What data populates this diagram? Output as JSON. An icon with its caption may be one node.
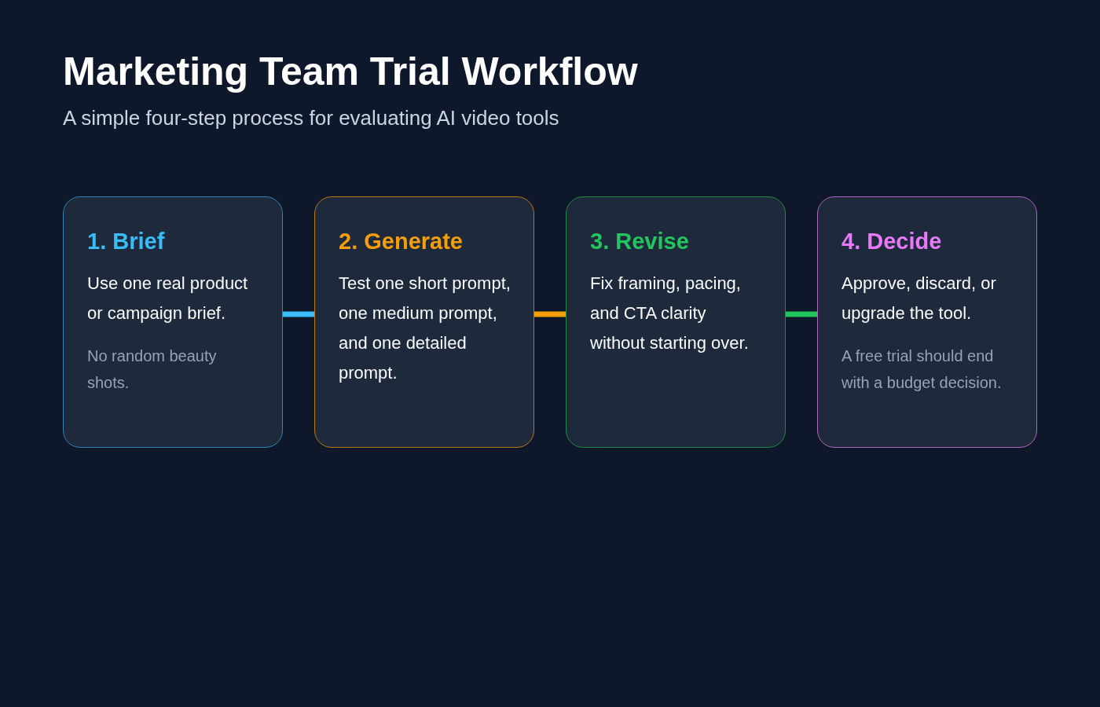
{
  "diagram": {
    "title": "Marketing Team Trial Workflow",
    "caption": "A simple four-step process for evaluating AI video tools",
    "nodes": [
      {
        "text": [
          "1. Brief",
          "Use one real product or campaign brief.",
          "No random beauty shots."
        ]
      },
      {
        "text": [
          "2. Generate",
          "Test one short prompt, one medium prompt, and one detailed prompt."
        ]
      },
      {
        "text": [
          "3. Revise",
          "Fix framing, pacing, and CTA clarity without starting over."
        ]
      },
      {
        "text": [
          "4. Decide",
          "Approve, discard, or upgrade the tool.",
          "A free trial should end with a budget decision."
        ]
      }
    ],
    "edges": [
      {
        "from": 0,
        "to": 1,
        "arrow": "none",
        "color": "#38bdf8"
      },
      {
        "from": 1,
        "to": 2,
        "arrow": "none",
        "color": "#f59e0b"
      },
      {
        "from": 2,
        "to": 3,
        "arrow": "none",
        "color": "#22c55e"
      }
    ]
  }
}
